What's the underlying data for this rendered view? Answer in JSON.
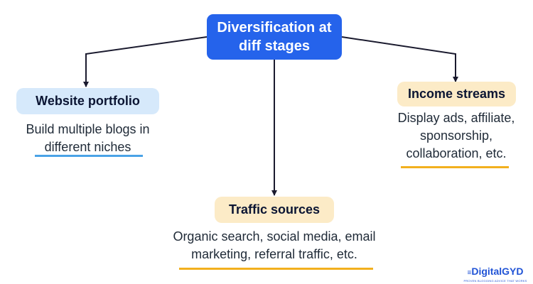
{
  "root": {
    "line1": "Diversification at",
    "line2": "diff stages"
  },
  "branches": {
    "website": {
      "label": "Website portfolio",
      "desc_line1": "Build multiple blogs in",
      "desc_line2": "different niches"
    },
    "traffic": {
      "label": "Traffic sources",
      "desc_line1": "Organic search, social media, email",
      "desc_line2": "marketing, referral traffic, etc."
    },
    "income": {
      "label": "Income streams",
      "desc_line1": "Display ads, affiliate,",
      "desc_line2": "sponsorship,",
      "desc_line3": "collaboration, etc."
    }
  },
  "logo": {
    "name": "DigitalGYD",
    "tagline": "PROVEN BLOGGING ADVICE THAT WORKS"
  },
  "colors": {
    "root_fill": "#2563eb",
    "blue_pill": "#d6e9fb",
    "cream_pill": "#fcebc7",
    "blue_underline": "#4aa3e6",
    "gold_underline": "#f2b01e",
    "connector": "#1a1a2e"
  }
}
